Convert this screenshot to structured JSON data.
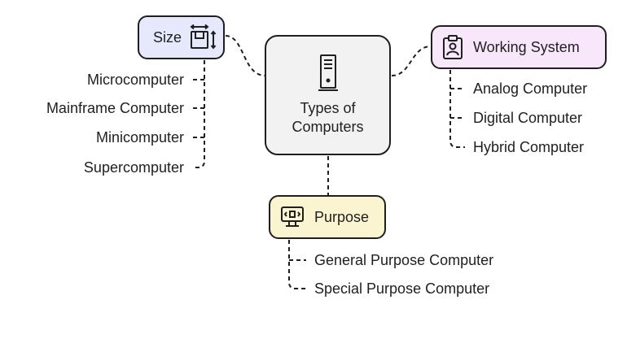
{
  "center": {
    "title_line1": "Types of",
    "title_line2": "Computers",
    "icon": "computer-tower-icon"
  },
  "size": {
    "label": "Size",
    "icon": "resize-box-icon",
    "items": [
      "Microcomputer",
      "Mainframe Computer",
      "Minicomputer",
      "Supercomputer"
    ]
  },
  "working_system": {
    "label": "Working System",
    "icon": "clipboard-user-icon",
    "items": [
      "Analog Computer",
      "Digital Computer",
      "Hybrid Computer"
    ]
  },
  "purpose": {
    "label": "Purpose",
    "icon": "monitor-code-icon",
    "items": [
      "General Purpose Computer",
      "Special Purpose Computer"
    ]
  },
  "colors": {
    "size_fill": "#e6e9fb",
    "working_fill": "#f8e6fa",
    "purpose_fill": "#fbf4d0",
    "center_fill": "#f2f2f2"
  }
}
